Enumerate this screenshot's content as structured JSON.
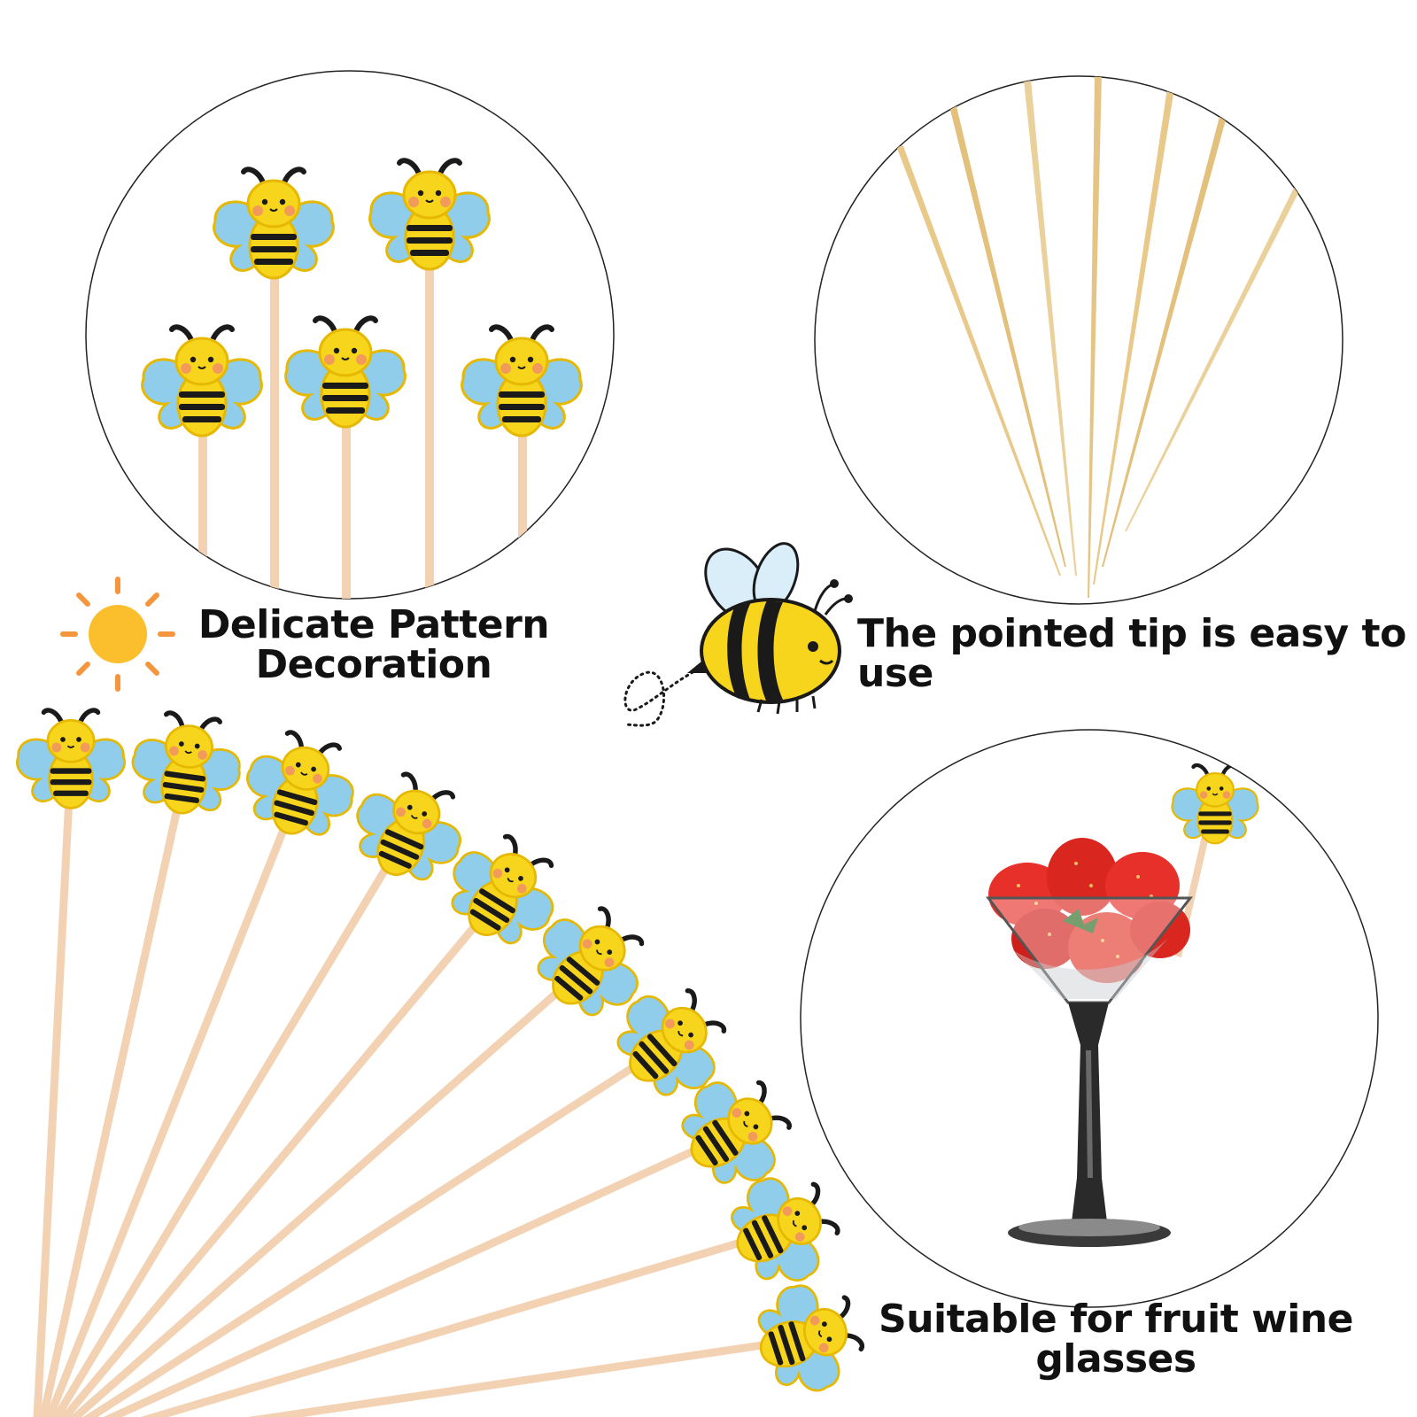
{
  "captions": {
    "pattern": {
      "line1": "Delicate Pattern",
      "line2": "Decoration"
    },
    "tip": {
      "line1": "The pointed tip is easy to",
      "line2": "use"
    },
    "glasses": {
      "line1": "Suitable for fruit wine",
      "line2": "glasses"
    }
  },
  "colors": {
    "bee_yellow": "#f7d51d",
    "bee_yellow_edge": "#e6b800",
    "wing_blue": "#8fcdea",
    "bee_black": "#1a1a1a",
    "cheek_orange": "#f29a5a",
    "stick": "#f3d2b3",
    "bamboo": "#e8c98a",
    "sun": "#fbbe2d",
    "sun_rays": "#f5963c",
    "strawberry": "#e8302a",
    "glass_dark": "#2a2a2a"
  },
  "icons": {
    "sun": "sun-icon",
    "bee": "cartoon-bee-icon",
    "pick": "bee-pick-icon"
  }
}
